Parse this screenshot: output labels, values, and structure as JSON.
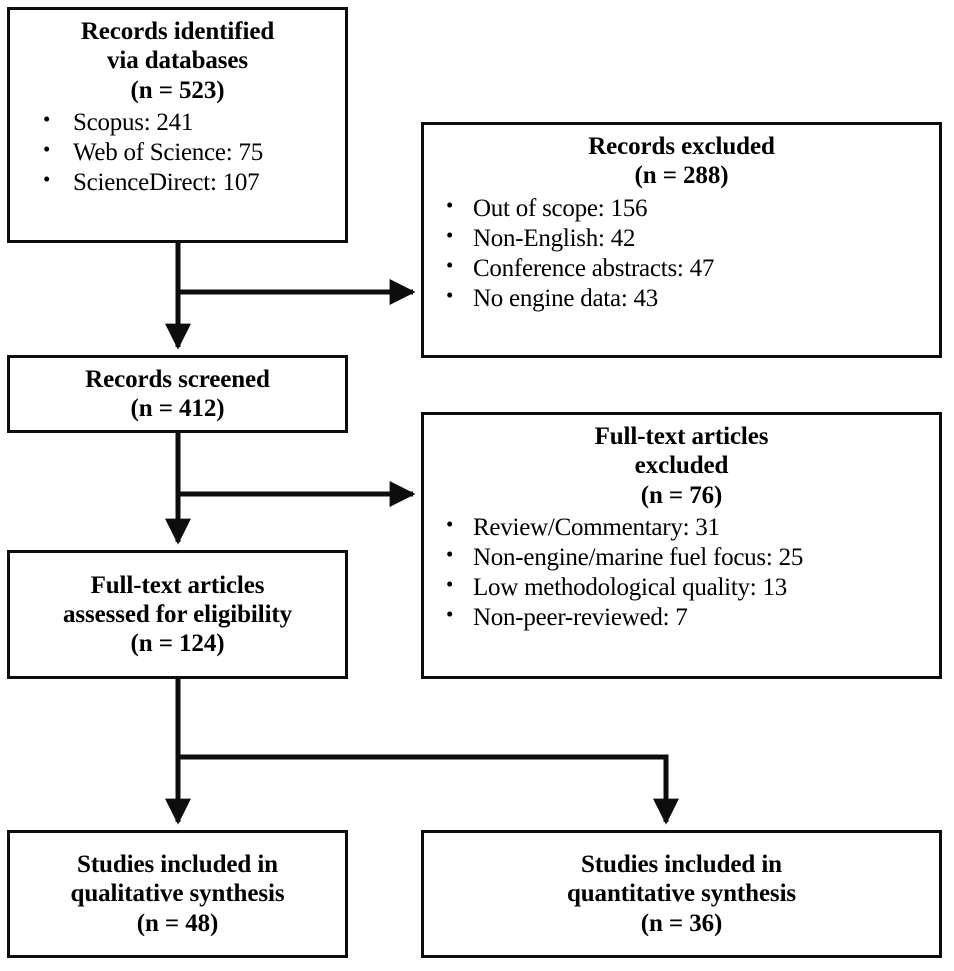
{
  "diagram": {
    "type": "prisma-flow-diagram",
    "line_color": "#0d0d0d",
    "background": "#ffffff"
  },
  "boxes": {
    "identified": {
      "title_line1": "Records identified",
      "title_line2": "via databases",
      "count": "(n = 523)",
      "bullets": [
        "Scopus: 241",
        "Web of Science: 75",
        "ScienceDirect: 107"
      ]
    },
    "records_excluded": {
      "title_line1": "Records excluded",
      "count": "(n = 288)",
      "bullets": [
        "Out of scope: 156",
        "Non-English: 42",
        "Conference abstracts: 47",
        "No engine data: 43"
      ]
    },
    "screened": {
      "title_line1": "Records screened",
      "count": "(n = 412)"
    },
    "fulltext_excluded": {
      "title_line1": "Full-text articles",
      "title_line2": "excluded",
      "count": "(n = 76)",
      "bullets": [
        "Review/Commentary: 31",
        "Non-engine/marine fuel focus: 25",
        "Low methodological quality: 13",
        "Non-peer-reviewed: 7"
      ]
    },
    "eligibility": {
      "title_line1": "Full-text articles",
      "title_line2": "assessed for eligibility",
      "count": "(n = 124)"
    },
    "qualitative": {
      "title_line1": "Studies included in",
      "title_line2": "qualitative synthesis",
      "count": "(n = 48)"
    },
    "quantitative": {
      "title_line1": "Studies included in",
      "title_line2": "quantitative synthesis",
      "count": "(n = 36)"
    }
  }
}
